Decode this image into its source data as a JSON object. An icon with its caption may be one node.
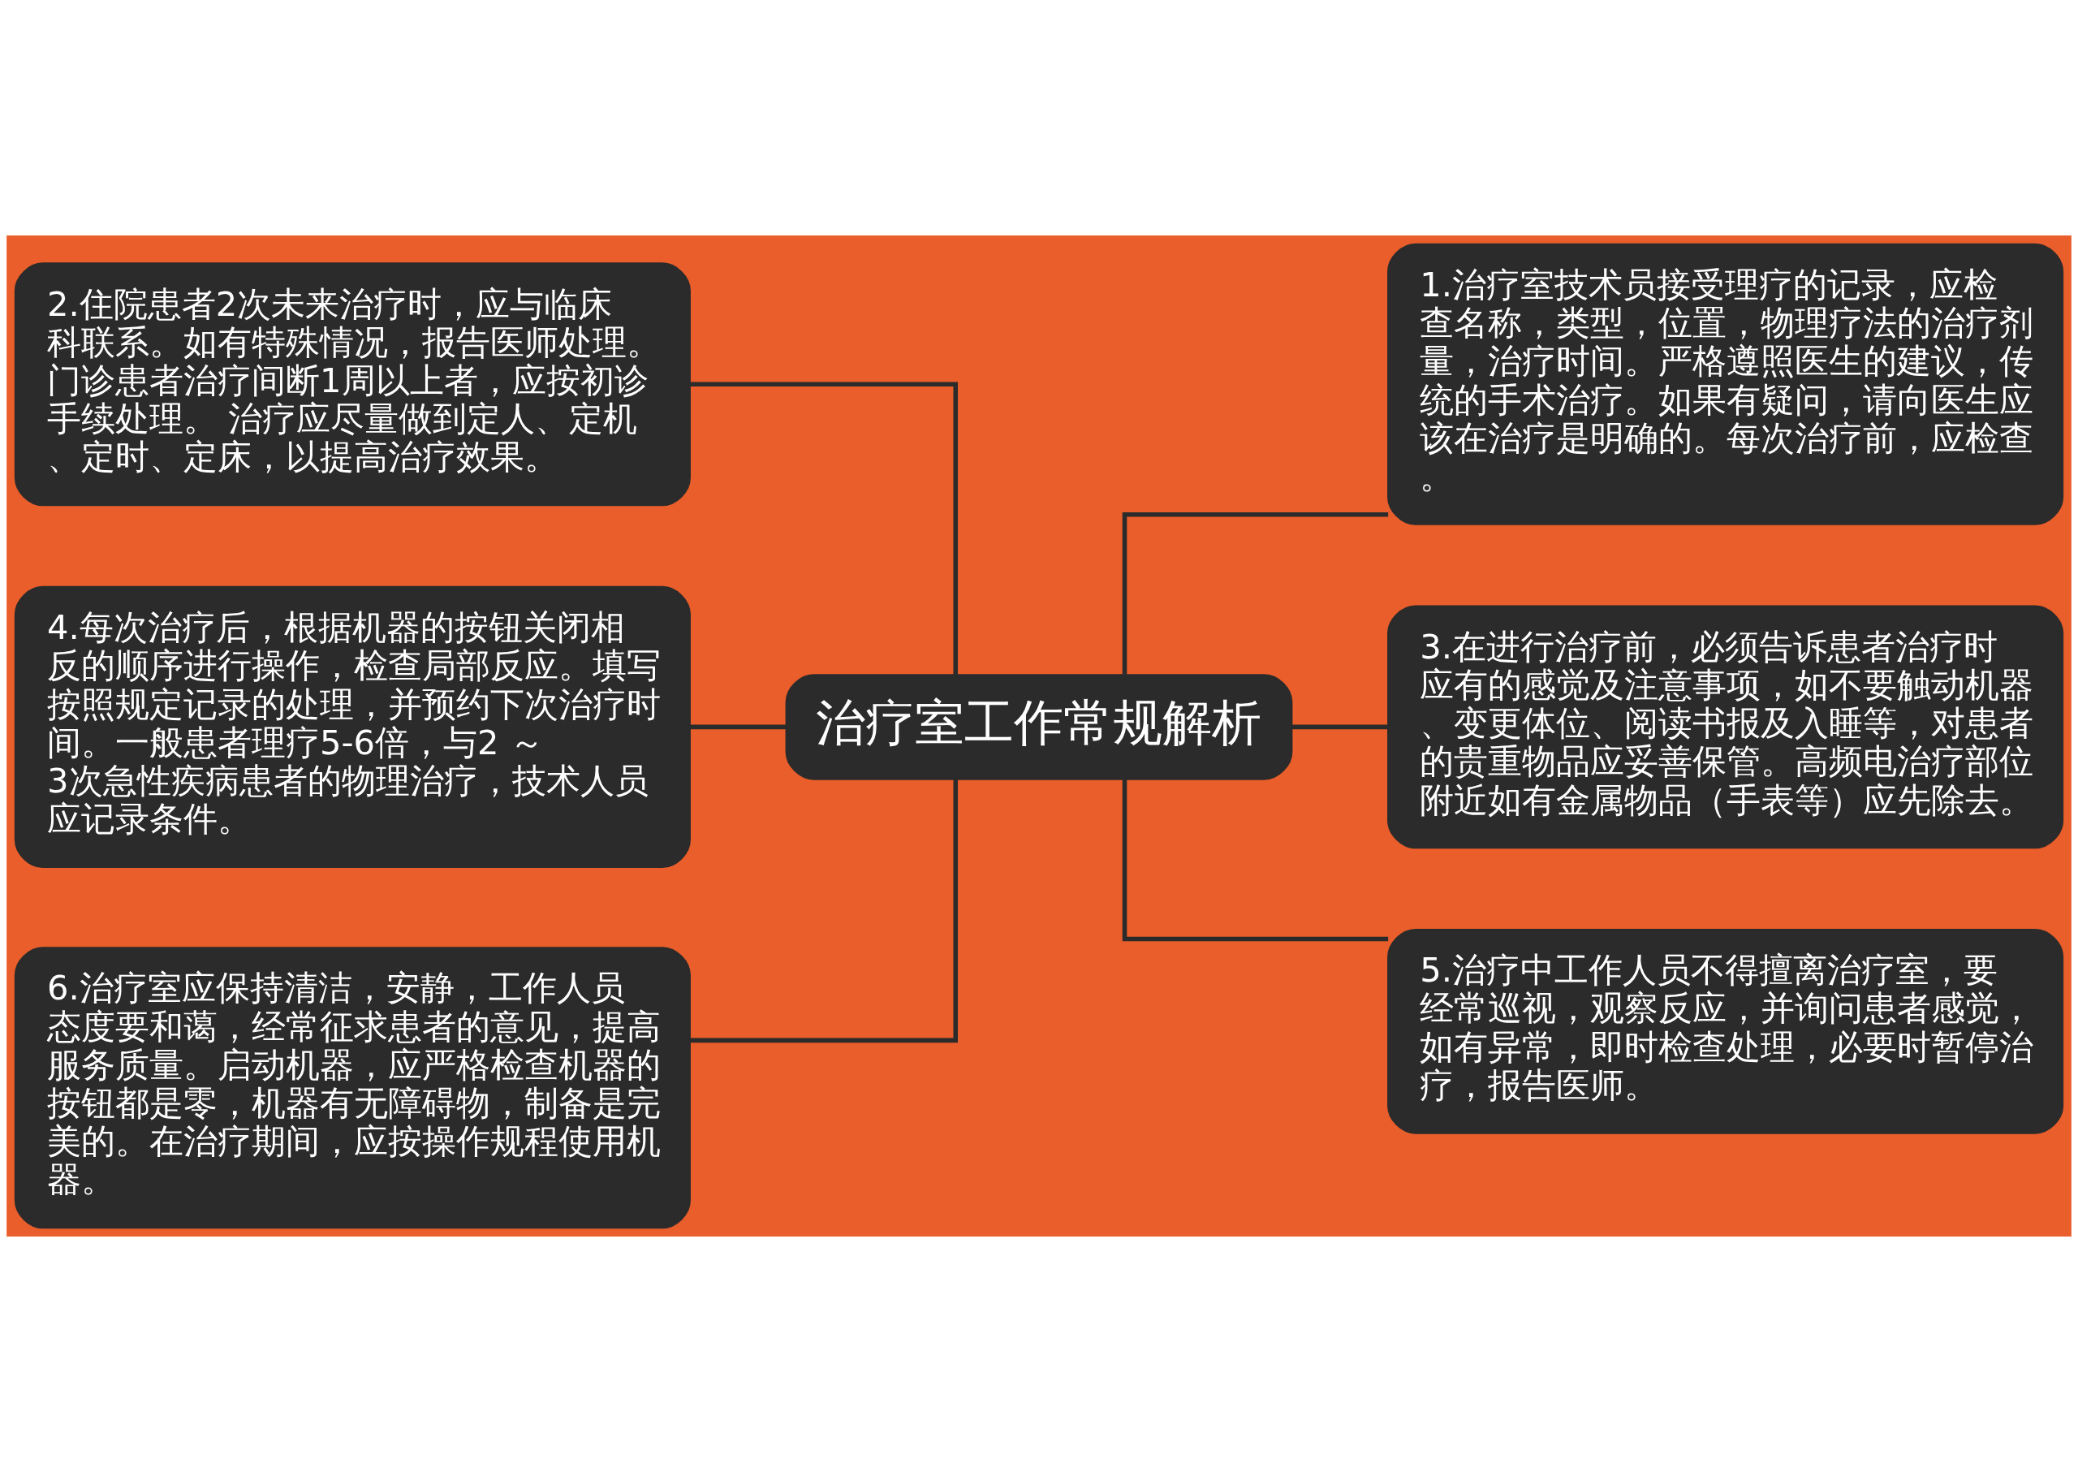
{
  "diagram": {
    "nodes": [
      {
        "text": [
          "治疗室工作常规解析"
        ]
      },
      {
        "text": [
          "1.治疗室技术员接受理疗的记录，应检查名称，类型，位置，物理疗法的治疗剂量，治疗时间。严格遵照医生的建议，传统的手术治疗。如果有疑问，请向医生应该在治疗是明确的。每次治疗前，应检查。"
        ]
      },
      {
        "text": [
          "2.住院患者2次未来治疗时，应与临床科联系。如有特殊情况，报告医师处理。门诊患者治疗间断1周以上者，应按初诊手续处理。 治疗应尽量做到定人、定机、定时、定床，以提高治疗效果。"
        ]
      },
      {
        "text": [
          "3.在进行治疗前，必须告诉患者治疗时应有的感觉及注意事项，如不要触动机器、变更体位、阅读书报及入睡等，对患者的贵重物品应妥善保管。高频电治疗部位附近如有金属物品（手表等）应先除去。"
        ]
      },
      {
        "text": [
          "4.每次治疗后，根据机器的按钮关闭相反的顺序进行操作，检查局部反应。填写按照规定记录的处理，并预约下次治疗时间。一般患者理疗5-6倍，与2 ～ 3次急性疾病患者的物理治疗，技术人员应记录条件。"
        ]
      },
      {
        "text": [
          "5.治疗中工作人员不得擅离治疗室，要经常巡视，观察反应，并询问患者感觉，如有异常，即时检查处理，必要时暂停治疗，报告医师。"
        ]
      },
      {
        "text": [
          "6.治疗室应保持清洁，安静，工作人员态度要和蔼，经常征求患者的意见，提高服务质量。启动机器，应严格检查机器的按钮都是零，机器有无障碍物，制备是完美的。在治疗期间，应按操作规程使用机器。"
        ]
      }
    ],
    "edges": [
      {
        "from": 0,
        "to": 1,
        "arrow": "none"
      },
      {
        "from": 0,
        "to": 2,
        "arrow": "none"
      },
      {
        "from": 0,
        "to": 3,
        "arrow": "none"
      },
      {
        "from": 0,
        "to": 4,
        "arrow": "none"
      },
      {
        "from": 0,
        "to": 5,
        "arrow": "none"
      },
      {
        "from": 0,
        "to": 6,
        "arrow": "none"
      }
    ]
  }
}
